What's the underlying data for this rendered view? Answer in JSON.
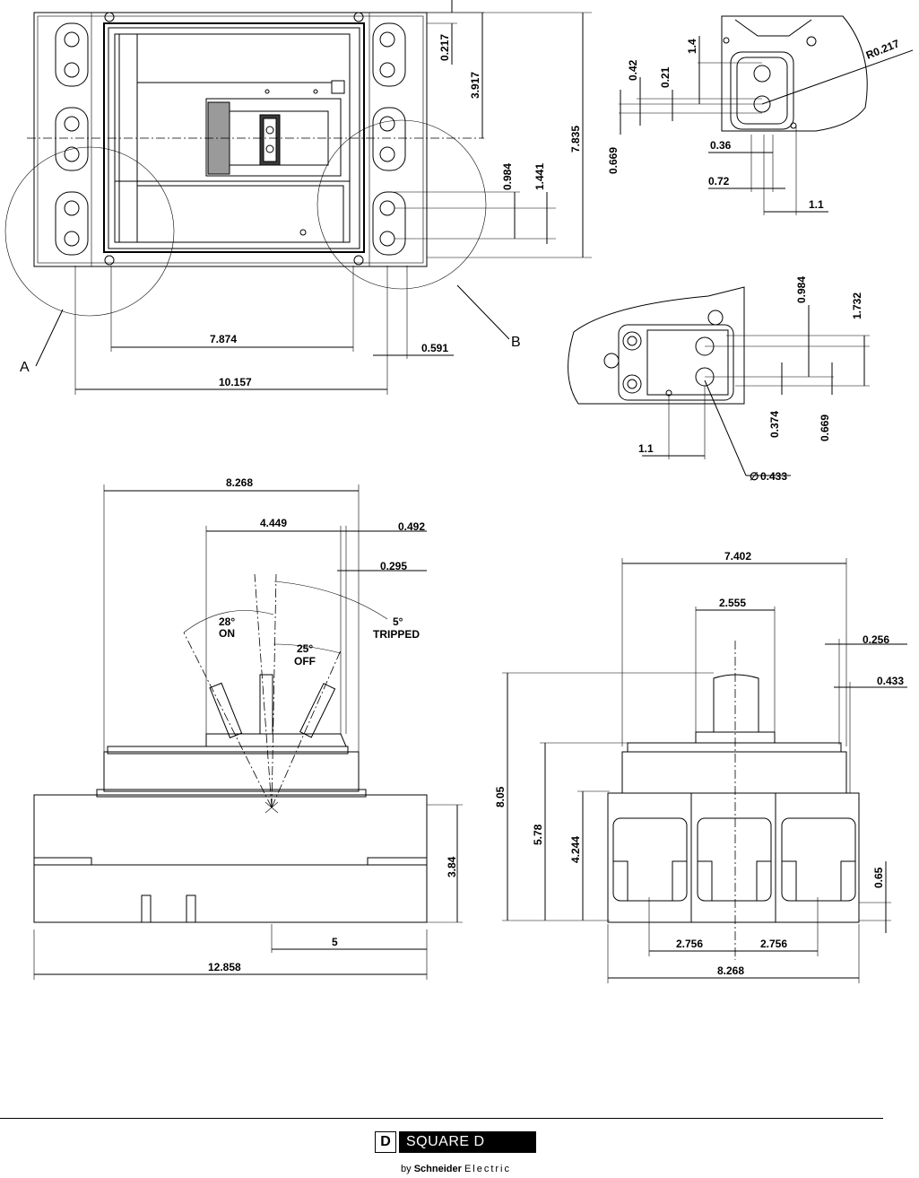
{
  "top_view": {
    "dims": {
      "d_0217": "0.217",
      "d_3917": "3.917",
      "d_7835": "7.835",
      "d_0984": "0.984",
      "d_1441": "1.441",
      "d_7874": "7.874",
      "d_0591": "0.591",
      "d_10157": "10.157"
    },
    "callouts": {
      "a": "A",
      "b": "B"
    }
  },
  "detail_a": {
    "dims": {
      "d_14": "1.4",
      "d_042": "0.42",
      "d_021": "0.21",
      "d_0669": "0.669",
      "d_036": "0.36",
      "d_072": "0.72",
      "d_11": "1.1",
      "r_0217": "R0.217"
    }
  },
  "detail_b": {
    "dims": {
      "d_0984": "0.984",
      "d_1732": "1.732",
      "d_0374": "0.374",
      "d_0669": "0.669",
      "d_11": "1.1",
      "dia_0433": "0.433",
      "dia_symbol": "∅"
    }
  },
  "side_view": {
    "dims": {
      "d_8268": "8.268",
      "d_4449": "4.449",
      "d_0492": "0.492",
      "d_0295": "0.295",
      "d_384": "3.84",
      "d_5": "5",
      "d_12858": "12.858"
    },
    "angles": {
      "on_value": "28°",
      "on_label": "ON",
      "off_value": "25°",
      "off_label": "OFF",
      "tripped_value": "5°",
      "tripped_label": "TRIPPED"
    }
  },
  "front_view": {
    "dims": {
      "d_7402": "7.402",
      "d_2555": "2.555",
      "d_0256": "0.256",
      "d_0433": "0.433",
      "d_805": "8.05",
      "d_578": "5.78",
      "d_4244": "4.244",
      "d_065": "0.65",
      "d_2756a": "2.756",
      "d_2756b": "2.756",
      "d_8268": "8.268"
    }
  },
  "footer": {
    "logo_letter": "D",
    "brand": "SQUARE D",
    "by": "by",
    "company": "Schneider",
    "company_suffix": "Electric"
  }
}
